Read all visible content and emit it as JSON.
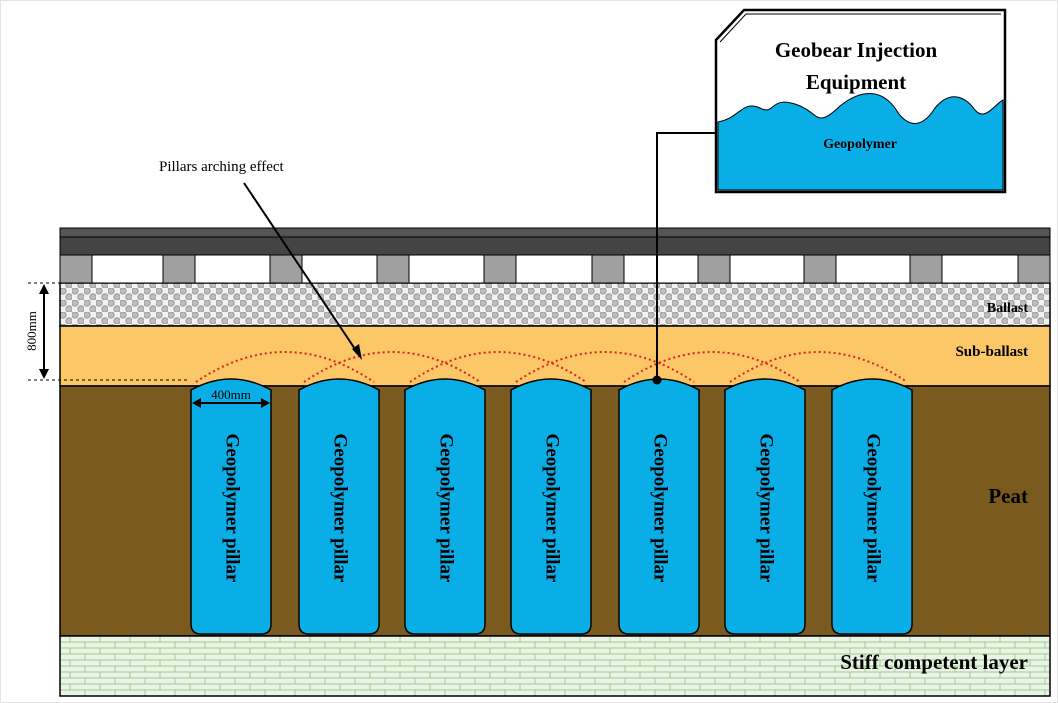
{
  "equipment": {
    "title_line1": "Geobear Injection",
    "title_line2": "Equipment",
    "material": "Geopolymer"
  },
  "annotation": {
    "arching": "Pillars arching effect"
  },
  "dimensions": {
    "depth": "800mm",
    "pillar_width": "400mm"
  },
  "layers": {
    "ballast": "Ballast",
    "sub_ballast": "Sub-ballast",
    "peat": "Peat",
    "stiff": "Stiff competent layer"
  },
  "pillars": [
    {
      "label": "Geopolymer pillar"
    },
    {
      "label": "Geopolymer pillar"
    },
    {
      "label": "Geopolymer pillar"
    },
    {
      "label": "Geopolymer pillar"
    },
    {
      "label": "Geopolymer pillar"
    },
    {
      "label": "Geopolymer pillar"
    },
    {
      "label": "Geopolymer pillar"
    }
  ],
  "colors": {
    "pillar": "#0aaee6",
    "peat": "#7a5a1e",
    "sub_ballast": "#fcc766",
    "arch_line": "#e02020",
    "rail": "#4d4d4d",
    "sleeper": "#a0a0a0",
    "stiff_bg": "#eaf4e6",
    "stiff_line": "#9ccc8c"
  }
}
